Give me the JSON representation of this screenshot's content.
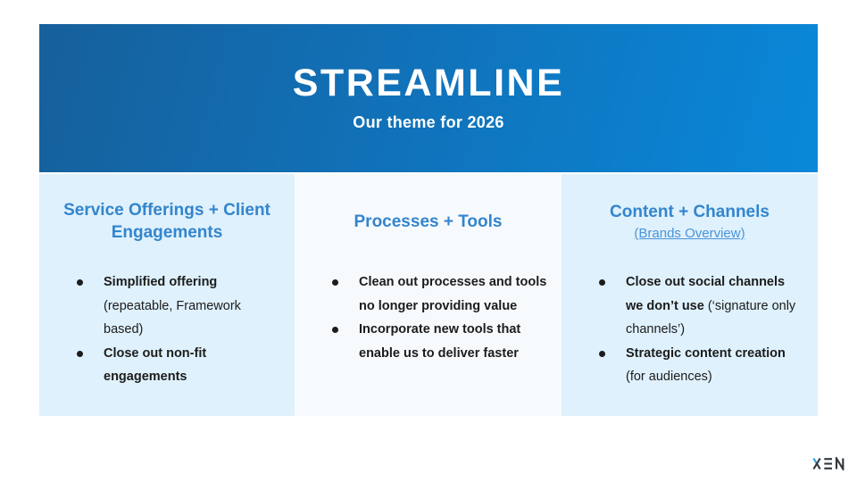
{
  "header": {
    "title": "STREAMLINE",
    "subtitle": "Our theme for 2026"
  },
  "columns": [
    {
      "title": "Service Offerings + Client Engagements",
      "bullets": [
        {
          "bold": "Simplified offering ",
          "normal": "(repeatable, Framework based)"
        },
        {
          "bold": "Close out non-fit engagements",
          "normal": ""
        }
      ]
    },
    {
      "title": "Processes + Tools",
      "bullets": [
        {
          "bold": "Clean out processes and tools no longer providing value",
          "normal": ""
        },
        {
          "bold": "Incorporate new tools that enable us to deliver faster",
          "normal": ""
        }
      ]
    },
    {
      "title": "Content + Channels",
      "link_label": "(Brands Overview)",
      "bullets": [
        {
          "bold": "Close out social channels we don’t use ",
          "normal": "(‘signature only channels’)"
        },
        {
          "bold": "Strategic content creation ",
          "normal": "(for audiences)"
        }
      ]
    }
  ],
  "footer": {
    "logo_text": "XEN"
  },
  "colors": {
    "header_gradient_start": "#16609b",
    "header_gradient_end": "#0988d9",
    "column_bg_light_blue": "#dff1fc",
    "column_bg_near_white": "#f7fafd",
    "heading_blue": "#3385cd",
    "link_blue": "#4a94d9",
    "body_text": "#1c1c1c",
    "logo_dark": "#32373c",
    "logo_accent_blue": "#2d9fd8"
  }
}
